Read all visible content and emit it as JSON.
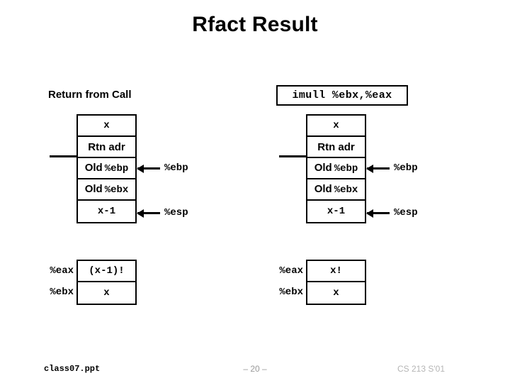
{
  "slide": {
    "title": "Rfact Result",
    "left_panel": {
      "caption": "Return from Call",
      "stack": {
        "rows": [
          {
            "text": "x",
            "style": "mono"
          },
          {
            "text": "Rtn adr",
            "style": "sans"
          },
          {
            "prefix": "Old",
            "reg": "%ebp",
            "style": "mixed"
          },
          {
            "prefix": "Old",
            "reg": "%ebx",
            "style": "mixed"
          },
          {
            "text": "x-1",
            "style": "mono"
          }
        ]
      },
      "pointers": [
        {
          "label": "%ebp",
          "target_row": "Old %ebp"
        },
        {
          "label": "%esp",
          "target_row": "x-1"
        }
      ],
      "registers": [
        {
          "name": "%eax",
          "value": "(x-1)!"
        },
        {
          "name": "%ebx",
          "value": "x"
        }
      ]
    },
    "right_panel": {
      "instruction": "imull %ebx,%eax",
      "stack": {
        "rows": [
          {
            "text": "x",
            "style": "mono"
          },
          {
            "text": "Rtn adr",
            "style": "sans"
          },
          {
            "prefix": "Old",
            "reg": "%ebp",
            "style": "mixed"
          },
          {
            "prefix": "Old",
            "reg": "%ebx",
            "style": "mixed"
          },
          {
            "text": "x-1",
            "style": "mono"
          }
        ]
      },
      "pointers": [
        {
          "label": "%ebp",
          "target_row": "Old %ebp"
        },
        {
          "label": "%esp",
          "target_row": "x-1"
        }
      ],
      "registers": [
        {
          "name": "%eax",
          "value": "x!"
        },
        {
          "name": "%ebx",
          "value": "x"
        }
      ]
    }
  },
  "footer": {
    "file": "class07.ppt",
    "page": "– 20 –",
    "course": "CS 213 S'01"
  },
  "colors": {
    "ink": "#000000",
    "background": "#ffffff",
    "footer_page": "#9a9a9a",
    "footer_course": "#b5b5b5"
  }
}
